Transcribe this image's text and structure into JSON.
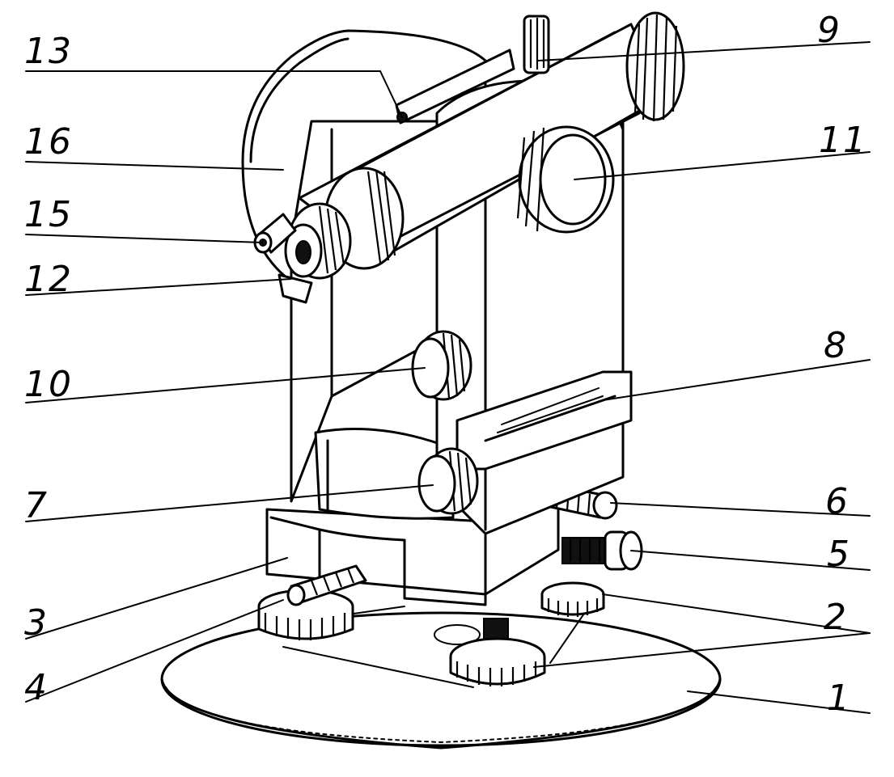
{
  "callouts": [
    {
      "id": "1",
      "text": "1"
    },
    {
      "id": "2",
      "text": "2"
    },
    {
      "id": "3",
      "text": "3"
    },
    {
      "id": "4",
      "text": "4"
    },
    {
      "id": "5",
      "text": "5"
    },
    {
      "id": "6",
      "text": "6"
    },
    {
      "id": "7",
      "text": "7"
    },
    {
      "id": "8",
      "text": "8"
    },
    {
      "id": "9",
      "text": "9"
    },
    {
      "id": "10",
      "text": "10"
    },
    {
      "id": "11",
      "text": "11"
    },
    {
      "id": "12",
      "text": "12"
    },
    {
      "id": "13",
      "text": "13"
    },
    {
      "id": "15",
      "text": "15"
    },
    {
      "id": "16",
      "text": "16"
    }
  ],
  "colors": {
    "ink": "#000000",
    "paper": "#ffffff"
  }
}
